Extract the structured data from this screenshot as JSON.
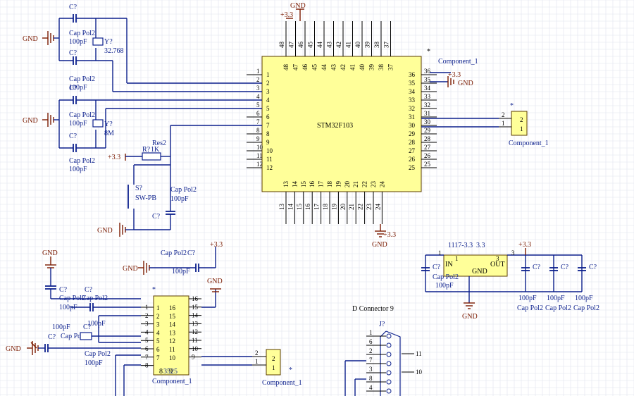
{
  "mcu": {
    "name": "STM32F103",
    "designator": "*",
    "pins_left": [
      "1",
      "2",
      "3",
      "4",
      "5",
      "6",
      "7",
      "8",
      "9",
      "10",
      "11",
      "12"
    ],
    "pins_right": [
      "36",
      "35",
      "34",
      "33",
      "32",
      "31",
      "30",
      "29",
      "28",
      "27",
      "26",
      "25"
    ],
    "pins_top": [
      "48",
      "47",
      "46",
      "45",
      "44",
      "43",
      "42",
      "41",
      "40",
      "39",
      "38",
      "37"
    ],
    "pins_bottom": [
      "13",
      "14",
      "15",
      "16",
      "17",
      "18",
      "19",
      "20",
      "21",
      "22",
      "23",
      "24"
    ]
  },
  "labels": {
    "gnd": "GND",
    "v33": "+3.3",
    "cap_ref": "C?",
    "cap_type": "Cap Pol2",
    "cap_val": "100pF",
    "crystal_ref": "Y?",
    "crystal1_val": "32.768",
    "crystal2_val": "8M",
    "res_ref": "R?",
    "res_type": "Res2",
    "res_val": "1K",
    "switch_ref": "S?",
    "switch_type": "SW-PB",
    "component": "Component_1",
    "star": "*",
    "regulator_name": "1117-3.3",
    "regulator_val": "3.3",
    "reg_in": "IN",
    "reg_out": "OUT",
    "reg_gnd": "GND",
    "ic2_name": "3525",
    "dconn_title": "D Connector 9",
    "dconn_ref": "J?",
    "num1": "1",
    "num2": "2",
    "num3": "3",
    "num8": "8",
    "num9": "9",
    "num10": "10",
    "num11": "11"
  },
  "ic2": {
    "left": [
      "1",
      "2",
      "3",
      "4",
      "5",
      "6",
      "7",
      "8"
    ],
    "right": [
      "16",
      "15",
      "14",
      "13",
      "12",
      "11",
      "10",
      "9"
    ]
  },
  "dconn": {
    "pins": [
      "1",
      "6",
      "2",
      "7",
      "3",
      "8",
      "4"
    ]
  }
}
